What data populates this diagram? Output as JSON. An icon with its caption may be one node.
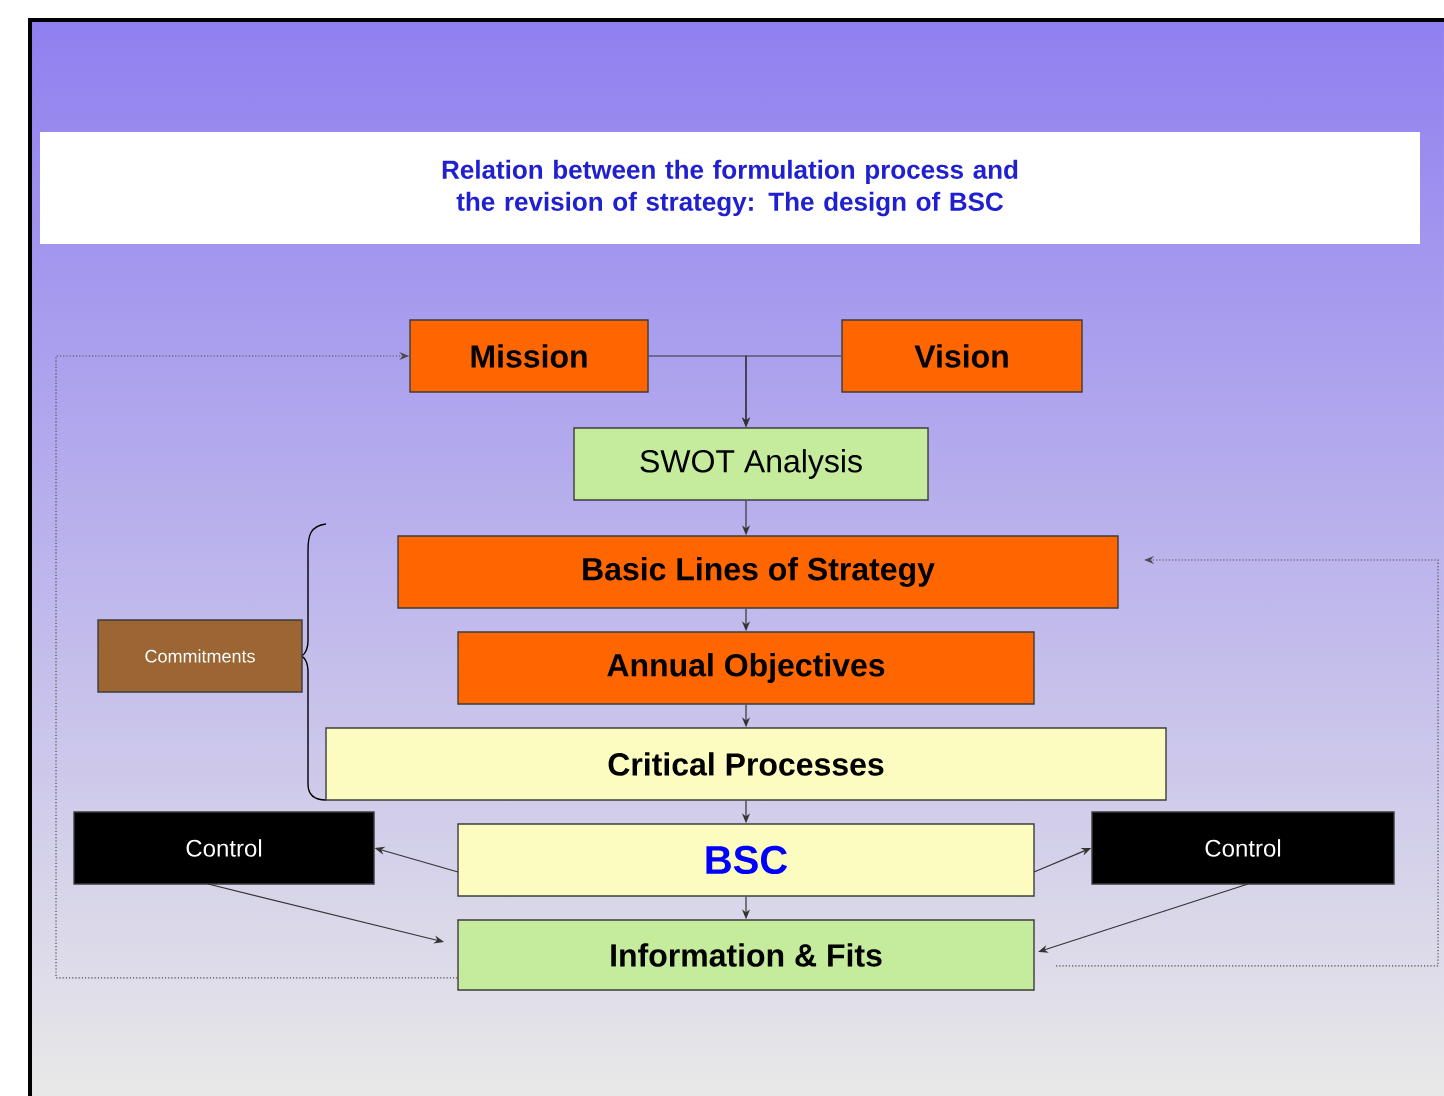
{
  "diagram": {
    "title": "Relation between the formulation process and the revision of strategy: The design of BSC",
    "nodes": [
      {
        "text": [
          "Mission"
        ]
      },
      {
        "text": [
          "Vision"
        ]
      },
      {
        "text": [
          "SWOT Analysis"
        ]
      },
      {
        "text": [
          "Basic Lines of Strategy"
        ]
      },
      {
        "text": [
          "Commitments"
        ]
      },
      {
        "text": [
          "Annual Objectives"
        ]
      },
      {
        "text": [
          "Critical Processes"
        ]
      },
      {
        "text": [
          "Control"
        ]
      },
      {
        "text": [
          "BSC"
        ]
      },
      {
        "text": [
          "Control"
        ]
      },
      {
        "text": [
          "Information & Fits"
        ]
      }
    ],
    "edges": [
      {
        "from": 0,
        "to": 2,
        "arrow": "to"
      },
      {
        "from": 1,
        "to": 2,
        "arrow": "to"
      },
      {
        "from": 2,
        "to": 3,
        "arrow": "to"
      },
      {
        "from": 3,
        "to": 5,
        "arrow": "to"
      },
      {
        "from": 5,
        "to": 6,
        "arrow": "to"
      },
      {
        "from": 6,
        "to": 8,
        "arrow": "to"
      },
      {
        "from": 8,
        "to": 10,
        "arrow": "to"
      },
      {
        "from": 8,
        "to": 7,
        "arrow": "to"
      },
      {
        "from": 7,
        "to": 10,
        "arrow": "to"
      },
      {
        "from": 8,
        "to": 9,
        "arrow": "to"
      },
      {
        "from": 9,
        "to": 10,
        "arrow": "to"
      },
      {
        "from": 10,
        "to": 0,
        "arrow": "to",
        "style": "dashed"
      },
      {
        "from": 10,
        "to": 3,
        "arrow": "to",
        "style": "dashed"
      }
    ]
  }
}
